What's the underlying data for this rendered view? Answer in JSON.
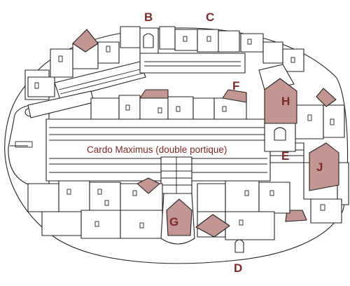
{
  "map": {
    "labels": {
      "B": "B",
      "C": "C",
      "D": "D",
      "E": "E",
      "F": "F",
      "G": "G",
      "H": "H",
      "J": "J"
    },
    "cardo_caption": "Cardo Maximus (double portique)"
  },
  "colors": {
    "label_text": "#7b2a26",
    "highlight_roof": "#c19693",
    "line": "#222222",
    "background": "#ffffff"
  }
}
